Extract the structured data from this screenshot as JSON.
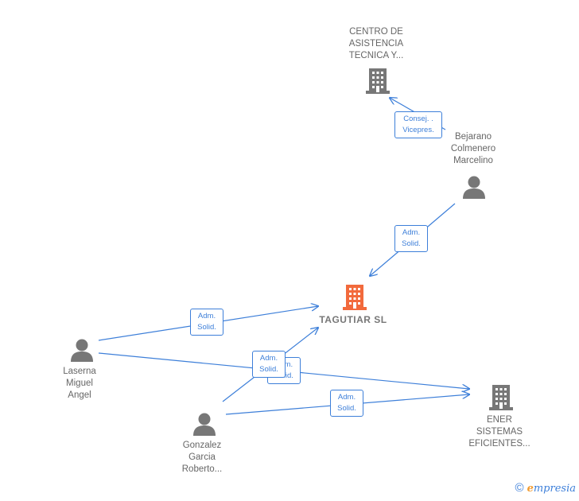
{
  "colors": {
    "edge": "#3d7fd9",
    "company_main": "#f26a3c",
    "company": "#777777",
    "person": "#777777"
  },
  "nodes": {
    "centro": {
      "label": "CENTRO DE\nASISTENCIA\nTECNICA Y...",
      "type": "company-icon"
    },
    "bejarano": {
      "label": "Bejarano\nColmenero\nMarcelino",
      "type": "person-icon"
    },
    "tagutiar": {
      "label": "TAGUTIAR  SL",
      "type": "company-icon"
    },
    "laserna": {
      "label": "Laserna\nMiguel\nAngel",
      "type": "person-icon"
    },
    "gonzalez": {
      "label": "Gonzalez\nGarcia\nRoberto...",
      "type": "person-icon"
    },
    "ener": {
      "label": "ENER\nSISTEMAS\nEFICIENTES...",
      "type": "company-icon"
    }
  },
  "edge_labels": {
    "consej": {
      "l1": "Consej. .",
      "l2": "Vicepres."
    },
    "adm_bejarano": {
      "l1": "Adm.",
      "l2": "Solid."
    },
    "adm_laserna_tag": {
      "l1": "Adm.",
      "l2": "Solid."
    },
    "adm_hidden": {
      "l1": "Adm.",
      "l2": "Solid."
    },
    "adm_gonzalez_tag": {
      "l1": "Adm.",
      "l2": "Solid."
    },
    "adm_gonzalez_ener": {
      "l1": "Adm.",
      "l2": "Solid."
    }
  },
  "brand": {
    "copyright": "©",
    "e": "e",
    "rest": "mpresia"
  }
}
